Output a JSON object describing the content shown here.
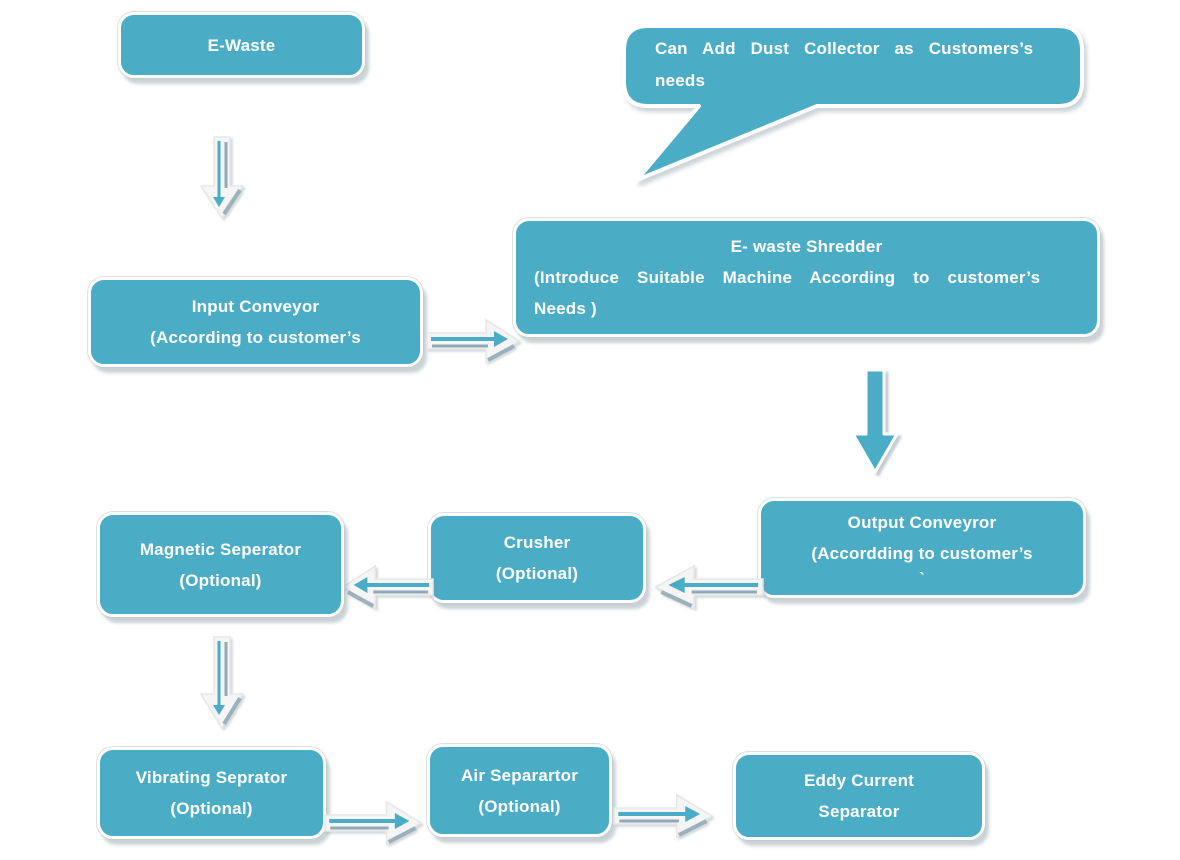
{
  "diagram": {
    "title": "E-Waste recycling process flowchart",
    "colors": {
      "accent": "#4BACC6",
      "text": "#ffffff",
      "arrow_outline_fill": "#f5f5f5",
      "shadow": "#8fa9b6",
      "background": "#ffffff"
    },
    "nodes": {
      "e_waste": {
        "lines": [
          "E-Waste"
        ]
      },
      "callout": {
        "lines": [
          "Can Add Dust Collector as Customers’s",
          "needs"
        ]
      },
      "input_conveyor": {
        "lines": [
          "Input Conveyor",
          "(According to customer’s"
        ]
      },
      "shredder": {
        "lines": [
          "E- waste Shredder",
          "(Introduce Suitable Machine According to customer’s",
          "Needs )"
        ]
      },
      "output_conveyor": {
        "lines": [
          "Output Conveyror",
          "(Accordding to customer’s",
          "`"
        ]
      },
      "crusher": {
        "lines": [
          "Crusher",
          "(Optional)"
        ]
      },
      "magnetic_separator": {
        "lines": [
          "Magnetic Seperator",
          "(Optional)"
        ]
      },
      "vibrating_separator": {
        "lines": [
          "Vibrating Seprator",
          "(Optional)"
        ]
      },
      "air_separator": {
        "lines": [
          "Air Separartor",
          "(Optional)"
        ]
      },
      "eddy_current_separator": {
        "lines": [
          "Eddy Current",
          "Separator"
        ]
      }
    },
    "connectors": [
      {
        "from": "e_waste",
        "to": "input_conveyor",
        "direction": "down",
        "style": "outline"
      },
      {
        "from": "input_conveyor",
        "to": "shredder",
        "direction": "right",
        "style": "outline"
      },
      {
        "from": "shredder",
        "to": "output_conveyor",
        "direction": "down",
        "style": "filled"
      },
      {
        "from": "output_conveyor",
        "to": "crusher",
        "direction": "left",
        "style": "outline"
      },
      {
        "from": "crusher",
        "to": "magnetic_separator",
        "direction": "left",
        "style": "outline"
      },
      {
        "from": "magnetic_separator",
        "to": "vibrating_separator",
        "direction": "down",
        "style": "outline"
      },
      {
        "from": "vibrating_separator",
        "to": "air_separator",
        "direction": "right",
        "style": "outline"
      },
      {
        "from": "air_separator",
        "to": "eddy_current_separator",
        "direction": "right",
        "style": "outline"
      },
      {
        "from": "callout",
        "to": "shredder",
        "direction": "down-left",
        "style": "callout-tail"
      }
    ]
  }
}
